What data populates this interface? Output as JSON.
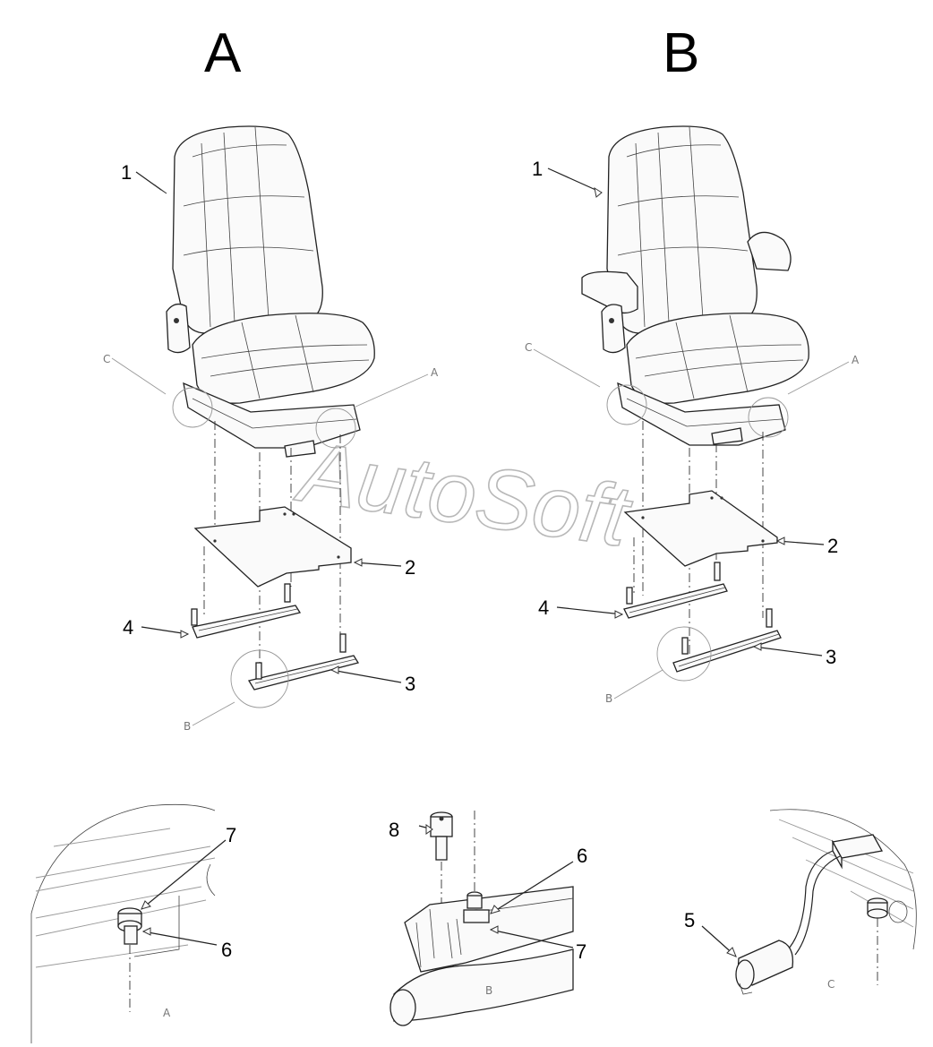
{
  "headings": {
    "left": "A",
    "right": "B"
  },
  "callouts": {
    "seatA": {
      "one": "1",
      "two": "2",
      "three": "3",
      "four": "4"
    },
    "seatB": {
      "one": "1",
      "two": "2",
      "three": "3",
      "four": "4"
    },
    "detailA": {
      "seven": "7",
      "six": "6"
    },
    "detailB": {
      "eight": "8",
      "six": "6",
      "seven": "7"
    },
    "detailC": {
      "five": "5"
    }
  },
  "refs": {
    "seatA": {
      "c": "C",
      "a": "A",
      "b": "B"
    },
    "seatB": {
      "c": "C",
      "a": "A",
      "b": "B"
    },
    "details": {
      "a": "A",
      "b": "B",
      "c": "C"
    }
  },
  "watermark": "AutoSoft"
}
